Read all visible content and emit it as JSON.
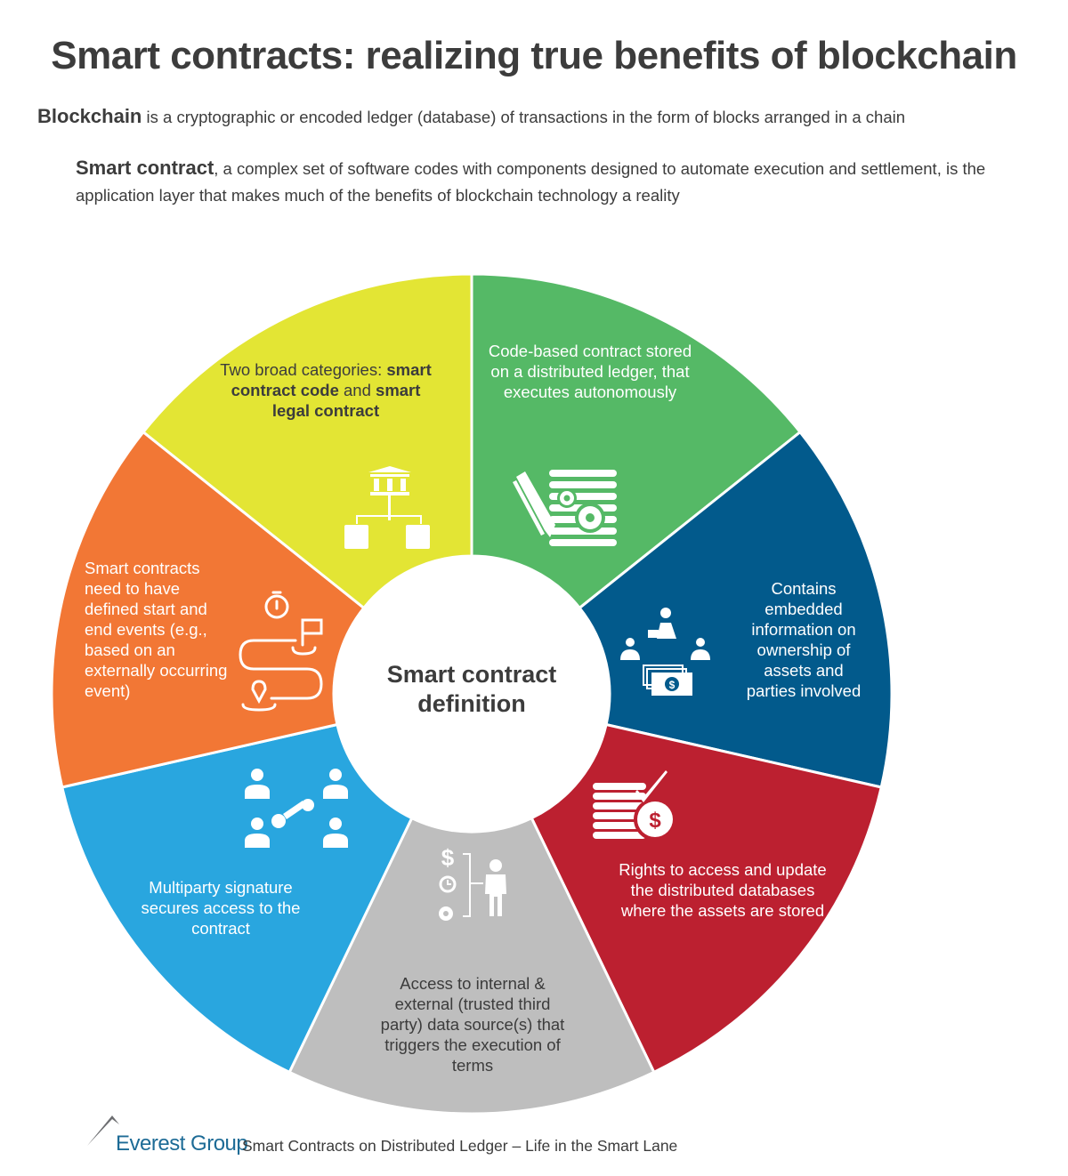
{
  "header": {
    "title": "Smart contracts: realizing true benefits of blockchain",
    "blockchain_term": "Blockchain",
    "blockchain_def": " is a cryptographic or encoded ledger (database) of transactions in the form of blocks arranged in a chain",
    "smart_contract_term": "Smart contract",
    "smart_contract_def": ", a complex set of software codes with components designed to automate execution and settlement, is the application layer that makes much of the benefits of blockchain technology a reality"
  },
  "wheel": {
    "center_label": "Smart contract definition",
    "segments": [
      {
        "color": "#55b966",
        "icon": "contract-pen-gears-icon",
        "text": "Code-based contract stored on a distributed ledger, that executes autonomously"
      },
      {
        "color": "#025a8c",
        "icon": "ownership-people-money-icon",
        "text": "Contains embedded information on ownership of assets and parties involved"
      },
      {
        "color": "#bc2030",
        "icon": "database-dollar-check-icon",
        "text": "Rights to access and update the distributed databases where the assets are stored"
      },
      {
        "color": "#bebebe",
        "icon": "data-source-person-icon",
        "text": "Access to internal & external (trusted third party) data source(s) that triggers the execution of terms"
      },
      {
        "color": "#29a6df",
        "icon": "multiparty-key-icon",
        "text": "Multiparty signature secures access to the contract"
      },
      {
        "color": "#f27735",
        "icon": "timer-route-flag-icon",
        "text": "Smart contracts need to have defined start and end events (e.g., based on an externally occurring event)"
      },
      {
        "color": "#e3e534",
        "icon": "institution-hierarchy-icon",
        "text_plain_1": "Two broad categories: ",
        "text_bold_1": "smart contract code",
        "text_plain_2": " and ",
        "text_bold_2": "smart legal contract"
      }
    ]
  },
  "footer": {
    "brand": "Everest Group",
    "report_title": "Smart Contracts on Distributed Ledger – Life in the Smart Lane"
  }
}
